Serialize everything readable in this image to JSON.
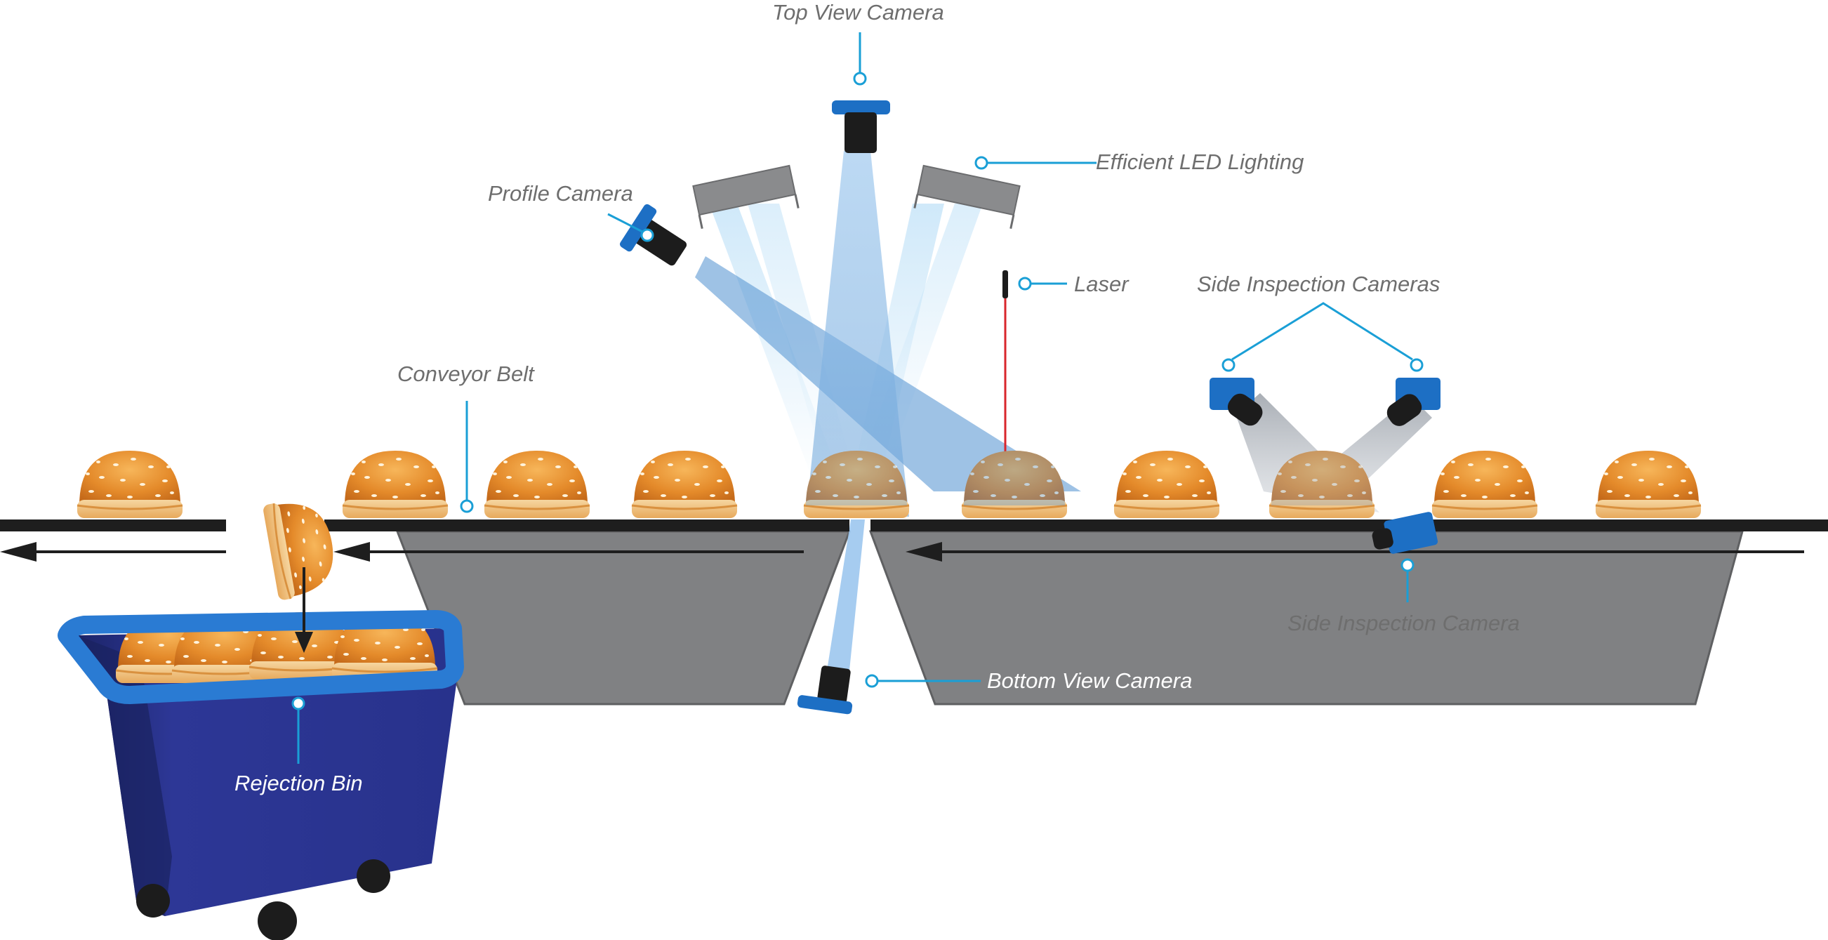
{
  "labels": {
    "top_view_camera": "Top View Camera",
    "efficient_led_lighting": "Efficient LED Lighting",
    "profile_camera": "Profile Camera",
    "laser": "Laser",
    "side_inspection_cameras": "Side Inspection Cameras",
    "conveyor_belt": "Conveyor Belt",
    "side_inspection_camera": "Side Inspection Camera",
    "bottom_view_camera": "Bottom View Camera",
    "rejection_bin": "Rejection Bin"
  },
  "icons": {
    "top_camera": "camera-icon",
    "profile_camera": "camera-icon",
    "bottom_camera": "camera-icon",
    "side_cameras": "camera-icon",
    "led_lights": "led-light-icon",
    "laser": "laser-icon",
    "bun": "bun-icon",
    "bin": "rejection-bin-icon"
  },
  "colors": {
    "callout_line": "#1a9fd6",
    "camera_blue": "#1d6fc4",
    "camera_body": "#1c1c1c",
    "belt": "#1e1e1e",
    "frame_gray": "#808183",
    "light_beam": "#7fb2e0",
    "laser_red": "#d9262c",
    "bin_blue": "#2c3592",
    "bin_rim": "#2a7bd3",
    "bun_orange": "#e38b2c",
    "label_text": "#6e6e6e"
  }
}
